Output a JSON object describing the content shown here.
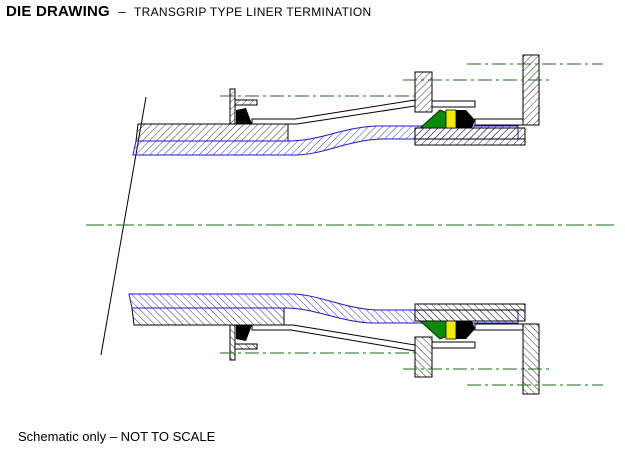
{
  "title": {
    "main": "DIE DRAWING",
    "separator": "–",
    "subtitle": "TRANSGRIP TYPE LINER TERMINATION"
  },
  "note": "Schematic only – NOT TO SCALE",
  "colors": {
    "line": "#000000",
    "centerline": "#1a6e1a",
    "liner_hatch": "#1a1acc",
    "seal_green": "#0a8a0a",
    "seal_yellow": "#f2ea00",
    "seal_black": "#000000"
  }
}
